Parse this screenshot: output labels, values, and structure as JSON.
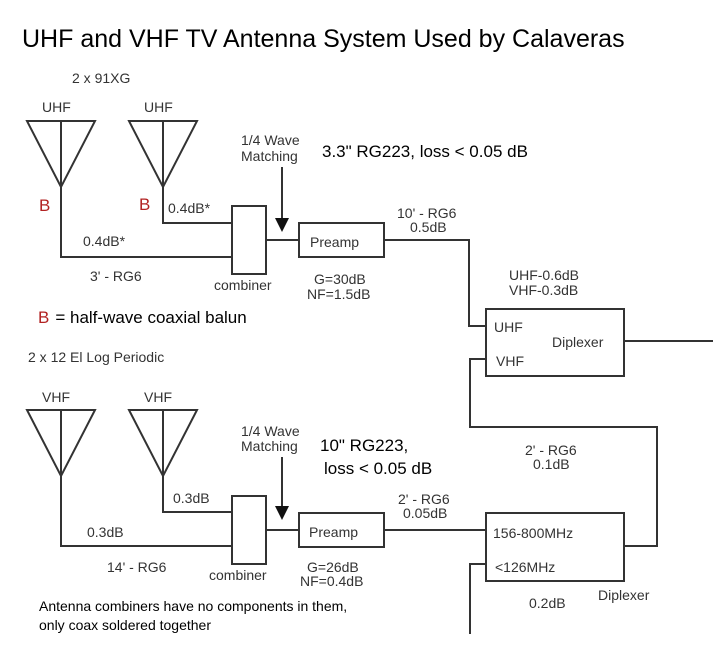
{
  "title": "UHF and VHF TV Antenna System Used by Calaveras",
  "colors": {
    "balun_marker": "#b22222",
    "line": "#333333",
    "background": "#ffffff"
  },
  "uhf_section": {
    "antenna_model": "2 x 91XG",
    "antennas": [
      {
        "label": "UHF",
        "balun": "B",
        "feed_loss": "0.4dB*"
      },
      {
        "label": "UHF",
        "balun": "B",
        "feed_loss": "0.4dB*"
      }
    ],
    "feed_cable": "3' - RG6",
    "combiner_label": "combiner",
    "matching_label_line1": "1/4 Wave",
    "matching_label_line2": "Matching",
    "matching_note": "3.3\" RG223, loss < 0.05 dB",
    "preamp": {
      "label": "Preamp",
      "gain": "G=30dB",
      "noise_figure": "NF=1.5dB"
    },
    "downlead_cable": "10' - RG6",
    "downlead_loss": "0.5dB"
  },
  "balun_legend": {
    "symbol": "B",
    "text": "= half-wave coaxial balun"
  },
  "diplexer_top": {
    "loss_uhf": "UHF-0.6dB",
    "loss_vhf": "VHF-0.3dB",
    "port_uhf": "UHF",
    "port_vhf": "VHF",
    "label": "Diplexer"
  },
  "vhf_section": {
    "antenna_model": "2 x 12 El Log Periodic",
    "antennas": [
      {
        "label": "VHF",
        "feed_loss": "0.3dB"
      },
      {
        "label": "VHF",
        "feed_loss": "0.3dB"
      }
    ],
    "feed_cable": "14' - RG6",
    "combiner_label": "combiner",
    "matching_label_line1": "1/4 Wave",
    "matching_label_line2": "Matching",
    "matching_note_line1": "10\" RG223,",
    "matching_note_line2": "loss < 0.05 dB",
    "preamp": {
      "label": "Preamp",
      "gain": "G=26dB",
      "noise_figure": "NF=0.4dB"
    },
    "downlead_cable": "2' - RG6",
    "downlead_loss": "0.05dB"
  },
  "diplexer_bottom": {
    "port_high": "156-800MHz",
    "port_low": "<126MHz",
    "loss": "0.2dB",
    "label": "Diplexer",
    "link_cable": "2' - RG6",
    "link_loss": "0.1dB"
  },
  "footnote_line1": "Antenna combiners have no components in them,",
  "footnote_line2": "only coax soldered together"
}
